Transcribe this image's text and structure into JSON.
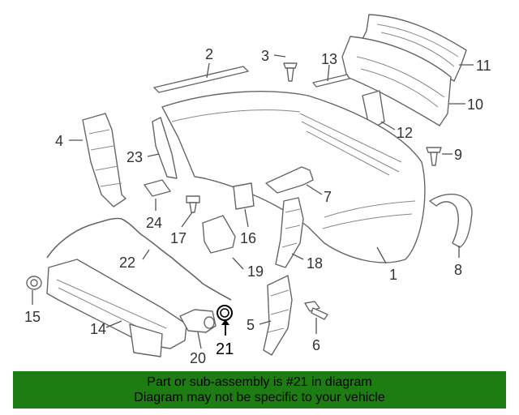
{
  "diagram": {
    "highlighted_part": "21",
    "callouts": [
      "1",
      "2",
      "3",
      "4",
      "5",
      "6",
      "7",
      "8",
      "9",
      "10",
      "11",
      "12",
      "13",
      "14",
      "15",
      "16",
      "17",
      "18",
      "19",
      "20",
      "21",
      "22",
      "23",
      "24"
    ]
  },
  "footer": {
    "line1": "Part or sub-assembly is #21 in diagram",
    "line2": "Diagram may not be specific to your vehicle",
    "background": "#1e7d12"
  }
}
